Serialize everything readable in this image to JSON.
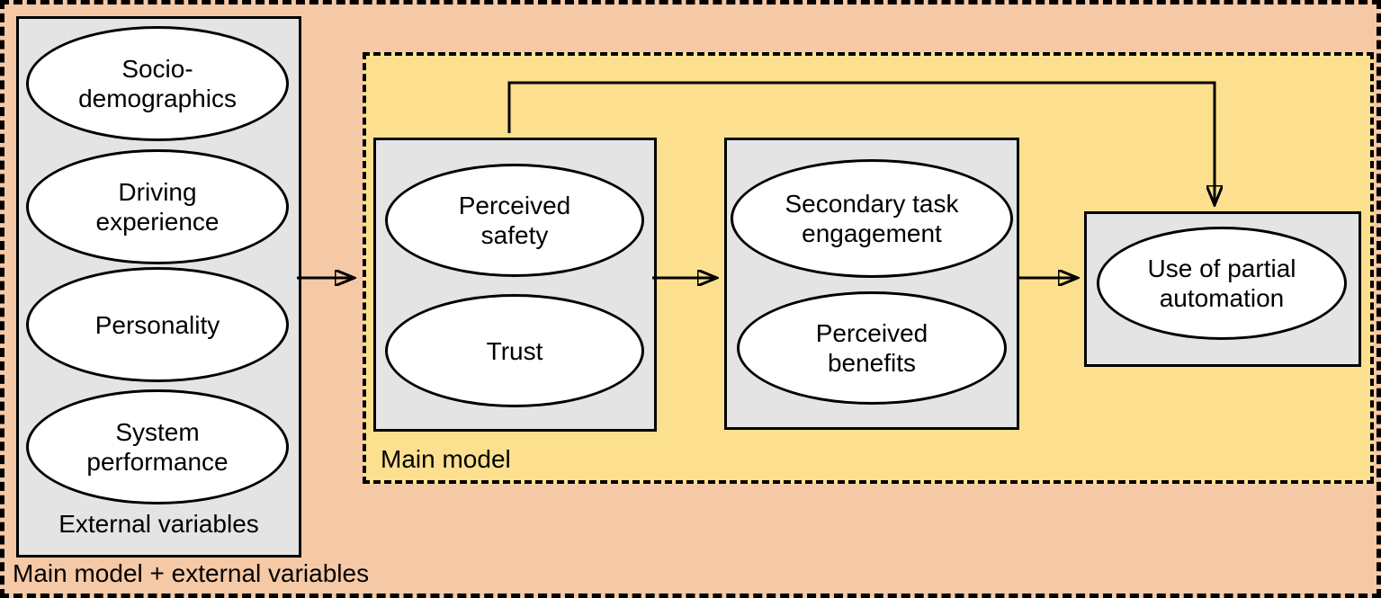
{
  "colors": {
    "outer_bg": "#F6C9A6",
    "main_model_bg": "#FCE08F",
    "group_box_bg": "#E4E4E4",
    "node_bg": "#FFFFFF",
    "line": "#000000"
  },
  "outer": {
    "label": "Main model + external variables"
  },
  "external_box": {
    "label": "External variables",
    "nodes": [
      {
        "label": "Socio-\ndemographics"
      },
      {
        "label": "Driving\nexperience"
      },
      {
        "label": "Personality"
      },
      {
        "label": "System\nperformance"
      }
    ]
  },
  "main_model": {
    "label": "Main model",
    "perceptions_box": {
      "nodes": [
        {
          "label": "Perceived\nsafety"
        },
        {
          "label": "Trust"
        }
      ]
    },
    "engagement_box": {
      "nodes": [
        {
          "label": "Secondary task\nengagement"
        },
        {
          "label": "Perceived\nbenefits"
        }
      ]
    },
    "outcome_box": {
      "nodes": [
        {
          "label": "Use of partial\nautomation"
        }
      ]
    }
  },
  "connections": [
    {
      "from": "External variables",
      "to": "Perceived safety / Trust"
    },
    {
      "from": "Perceived safety / Trust",
      "to": "Secondary task engagement / Perceived benefits"
    },
    {
      "from": "Secondary task engagement / Perceived benefits",
      "to": "Use of partial automation"
    },
    {
      "from": "Perceived safety / Trust",
      "to": "Use of partial automation"
    }
  ]
}
